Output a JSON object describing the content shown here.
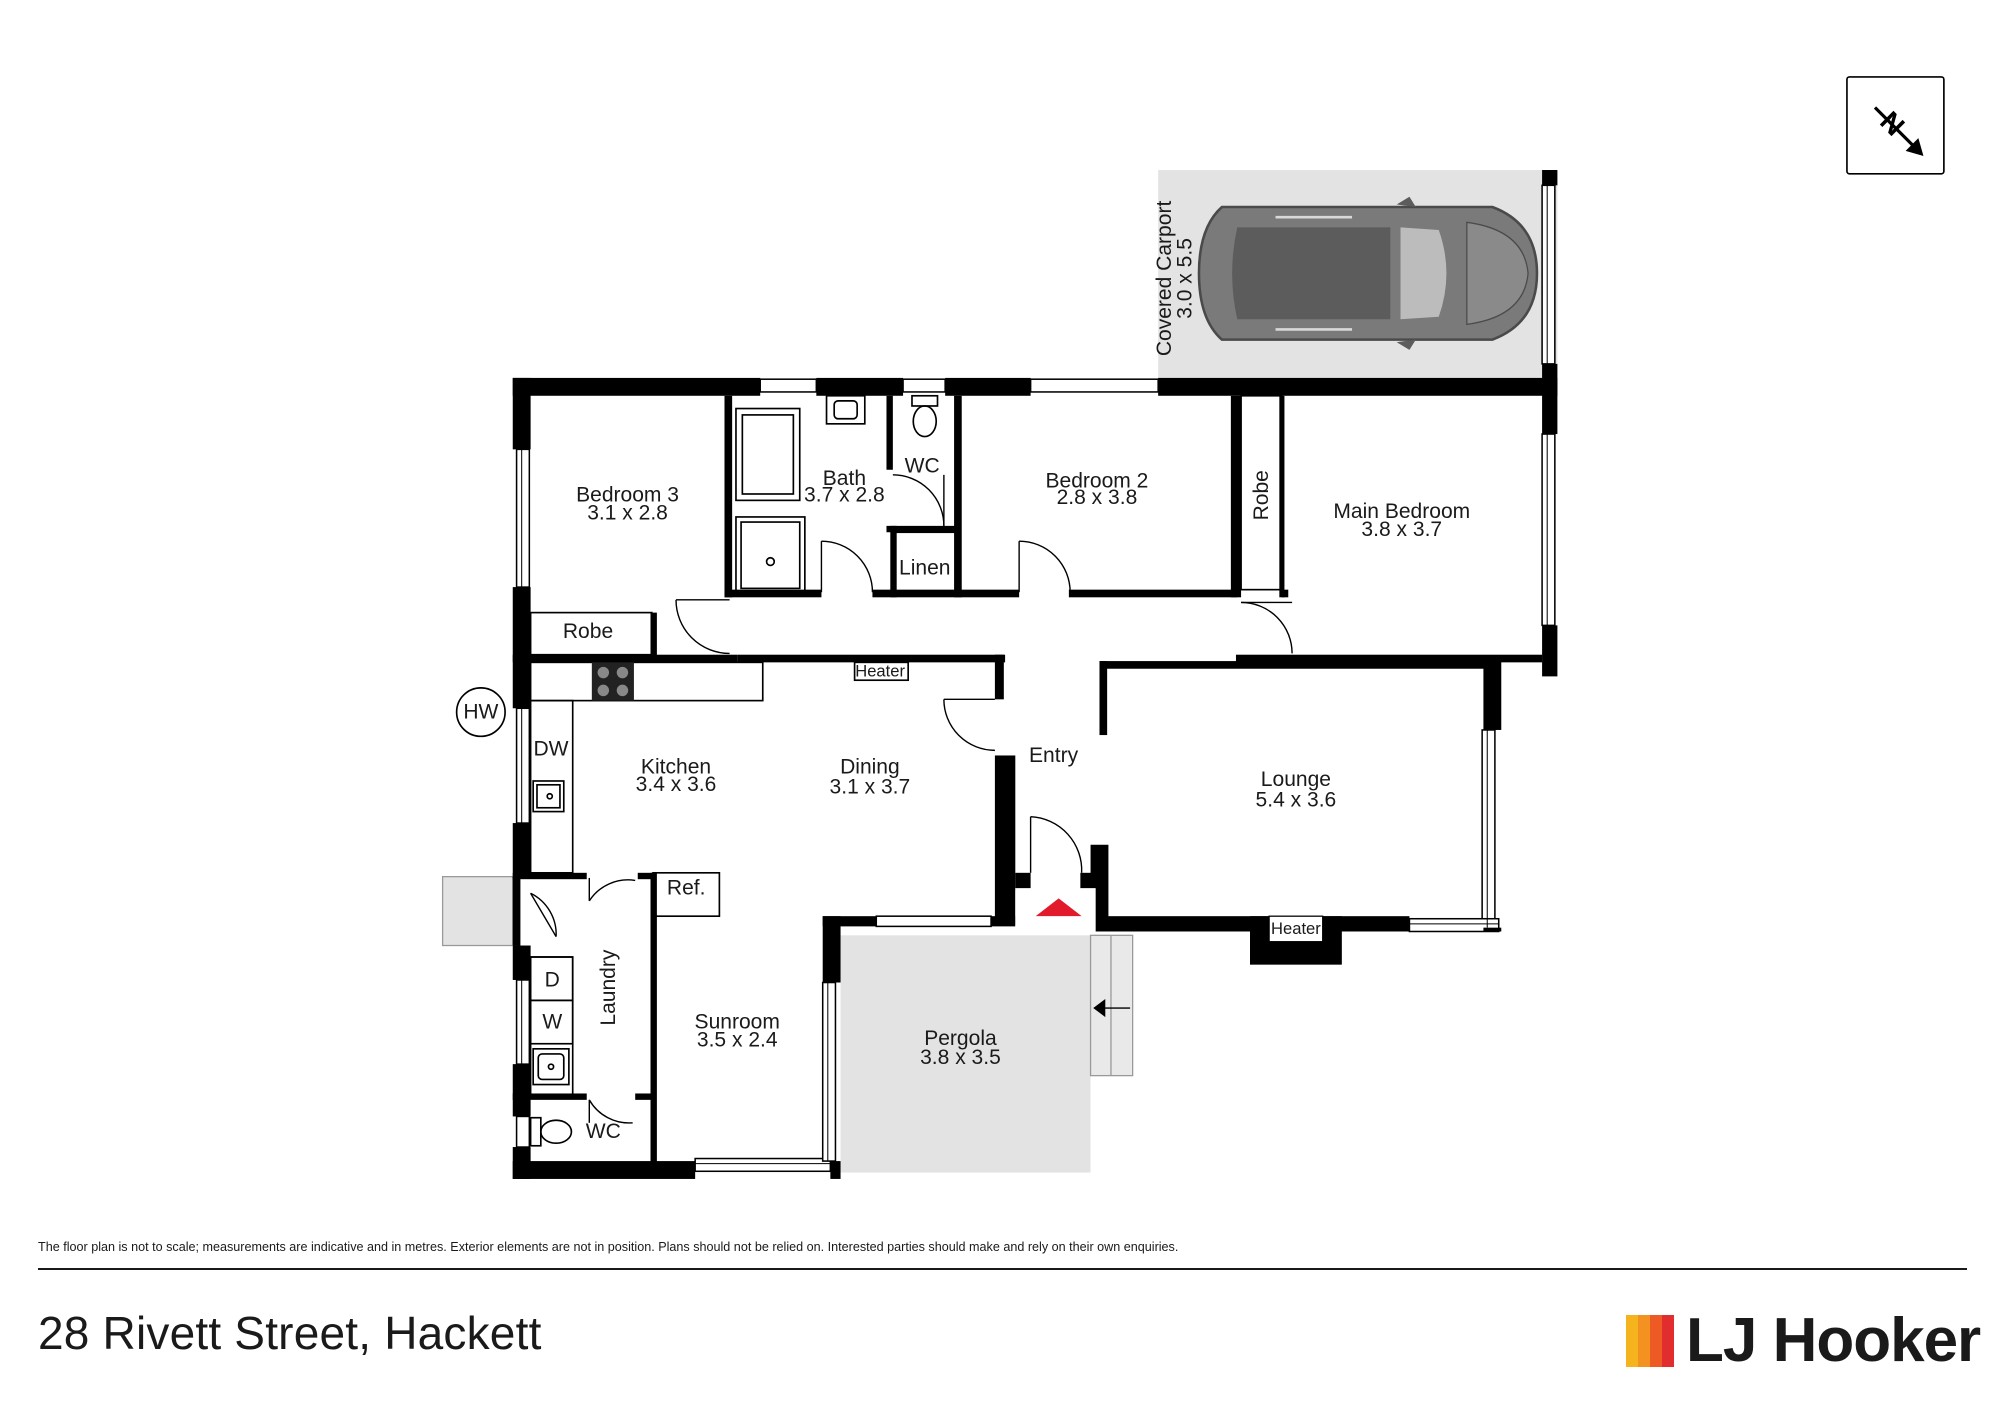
{
  "rooms": {
    "bedroom3": {
      "name": "Bedroom 3",
      "size": "3.1 x 2.8"
    },
    "bath": {
      "name": "Bath",
      "size": "3.7 x 2.8"
    },
    "wc_upper": {
      "name": "WC"
    },
    "linen": {
      "name": "Linen"
    },
    "bedroom2": {
      "name": "Bedroom 2",
      "size": "2.8 x 3.8"
    },
    "robe_main": {
      "name": "Robe"
    },
    "main_bedroom": {
      "name": "Main Bedroom",
      "size": "3.8 x 3.7"
    },
    "robe_b3": {
      "name": "Robe"
    },
    "heater_dining": {
      "name": "Heater"
    },
    "hw": {
      "name": "HW"
    },
    "dw": {
      "name": "DW"
    },
    "kitchen": {
      "name": "Kitchen",
      "size": "3.4 x 3.6"
    },
    "dining": {
      "name": "Dining",
      "size": "3.1 x 3.7"
    },
    "entry": {
      "name": "Entry"
    },
    "lounge": {
      "name": "Lounge",
      "size": "5.4 x 3.6"
    },
    "ref": {
      "name": "Ref."
    },
    "laundry": {
      "name": "Laundry"
    },
    "dryer": {
      "name": "D"
    },
    "washer": {
      "name": "W"
    },
    "wc_lower": {
      "name": "WC"
    },
    "sunroom": {
      "name": "Sunroom",
      "size": "3.5 x 2.4"
    },
    "pergola": {
      "name": "Pergola",
      "size": "3.8 x 3.5"
    },
    "heater_lounge": {
      "name": "Heater"
    },
    "carport": {
      "name": "Covered Carport",
      "size": "3.0 x 5.5"
    }
  },
  "compass": {
    "label": "N",
    "icon": "north-arrow-icon"
  },
  "colors": {
    "wall": "#000000",
    "shaded": "#e3e3e3",
    "car": "#7a7a7a",
    "entry_marker": "#e21b2c",
    "brand": [
      "#f5b41e",
      "#f39220",
      "#ee5a24",
      "#e22d2f"
    ]
  },
  "disclaimer": "The floor plan is not to scale; measurements are indicative and in metres. Exterior elements are not in position. Plans should not be relied on. Interested parties should make and rely on their own enquiries.",
  "address": "28 Rivett Street, Hackett",
  "brand": {
    "name": "LJ Hooker",
    "logo_icon": "lj-hooker-logo-icon"
  }
}
